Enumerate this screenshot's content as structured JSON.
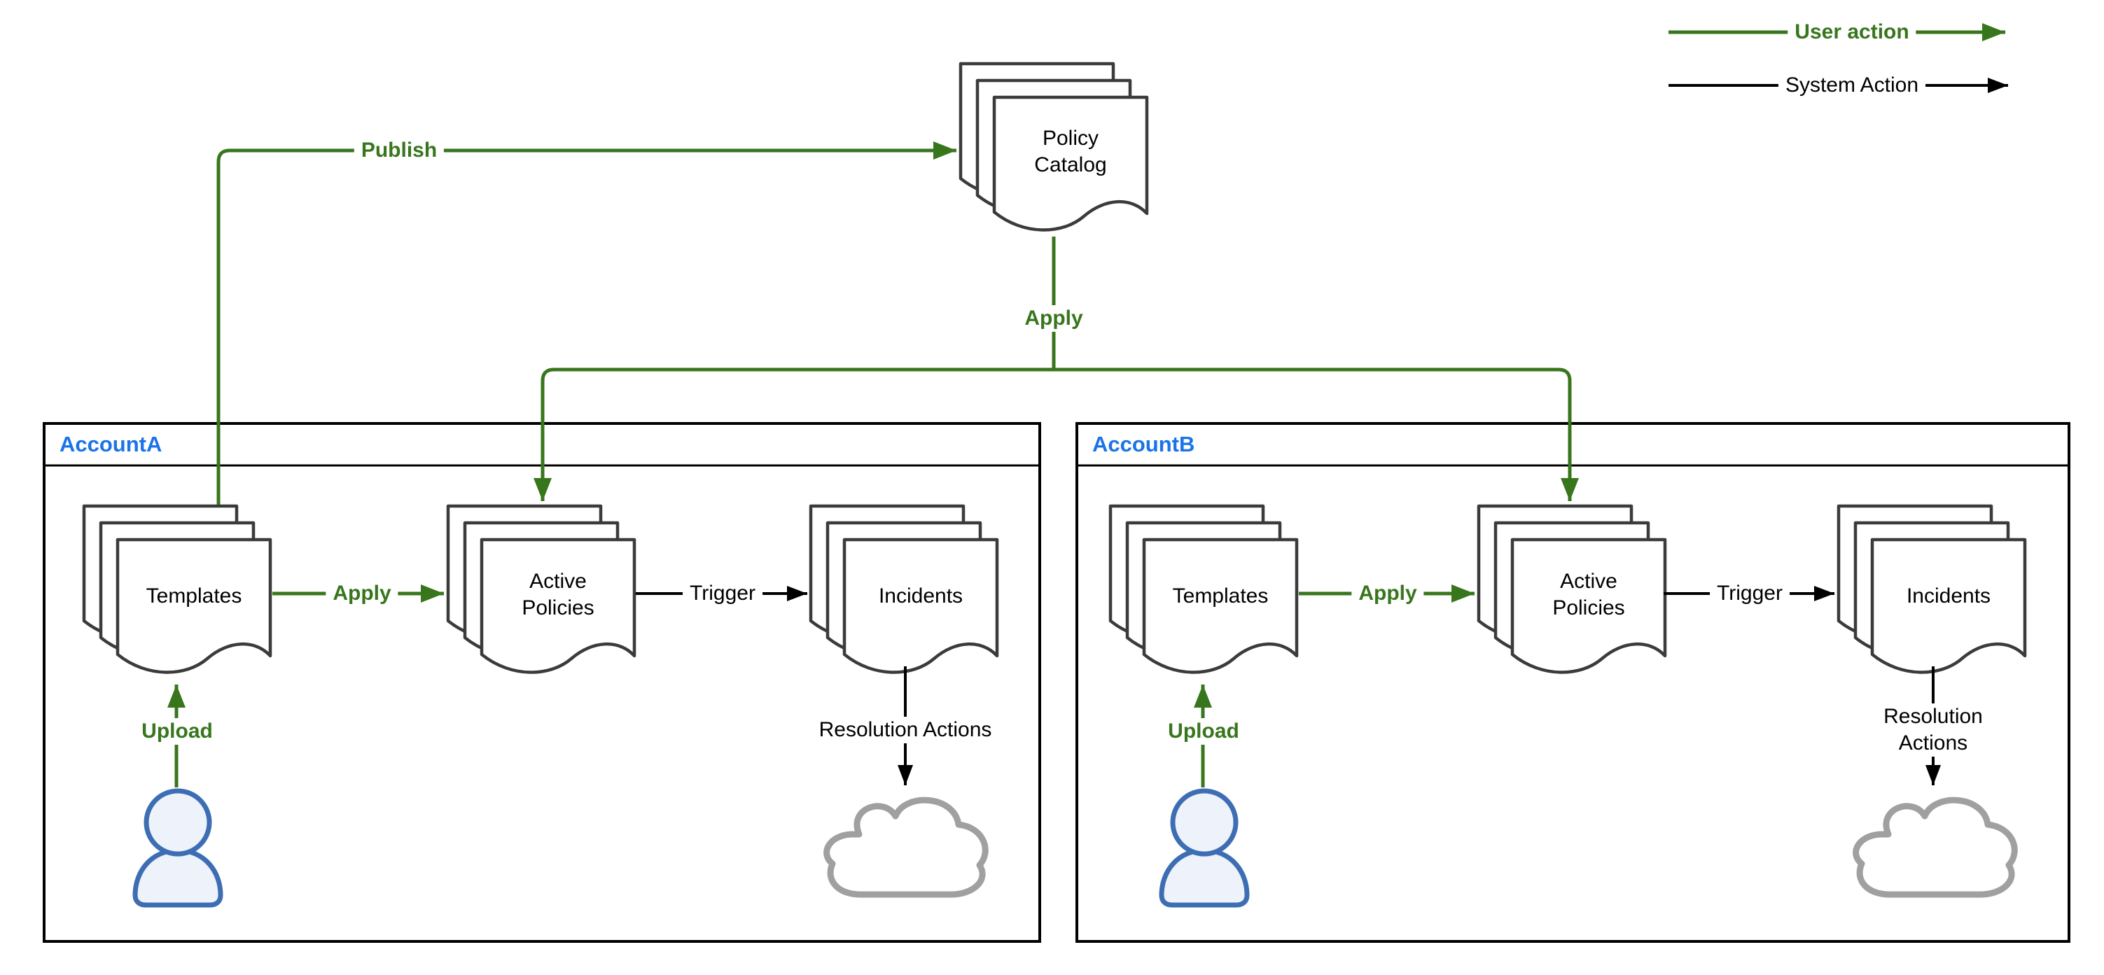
{
  "legend": {
    "user_action_label": "User action",
    "system_action_label": "System Action"
  },
  "catalog": {
    "label": "Policy\nCatalog"
  },
  "edges": {
    "publish_label": "Publish",
    "apply_label": "Apply"
  },
  "accounts": [
    {
      "title": "AccountA",
      "templates_label": "Templates",
      "active_policies_label": "Active\nPolicies",
      "incidents_label": "Incidents",
      "apply_label": "Apply",
      "trigger_label": "Trigger",
      "upload_label": "Upload",
      "resolution_label": "Resolution Actions"
    },
    {
      "title": "AccountB",
      "templates_label": "Templates",
      "active_policies_label": "Active\nPolicies",
      "incidents_label": "Incidents",
      "apply_label": "Apply",
      "trigger_label": "Trigger",
      "upload_label": "Upload",
      "resolution_label": "Resolution Actions"
    }
  ],
  "colors": {
    "user_action_green": "#38761d",
    "system_action_black": "#000000",
    "account_title_blue": "#1a73e8",
    "document_outline": "#3b3b3b",
    "cloud_gray": "#a0a0a0",
    "person_blue": "#3d6eb4",
    "person_fill": "#eef2fa"
  }
}
